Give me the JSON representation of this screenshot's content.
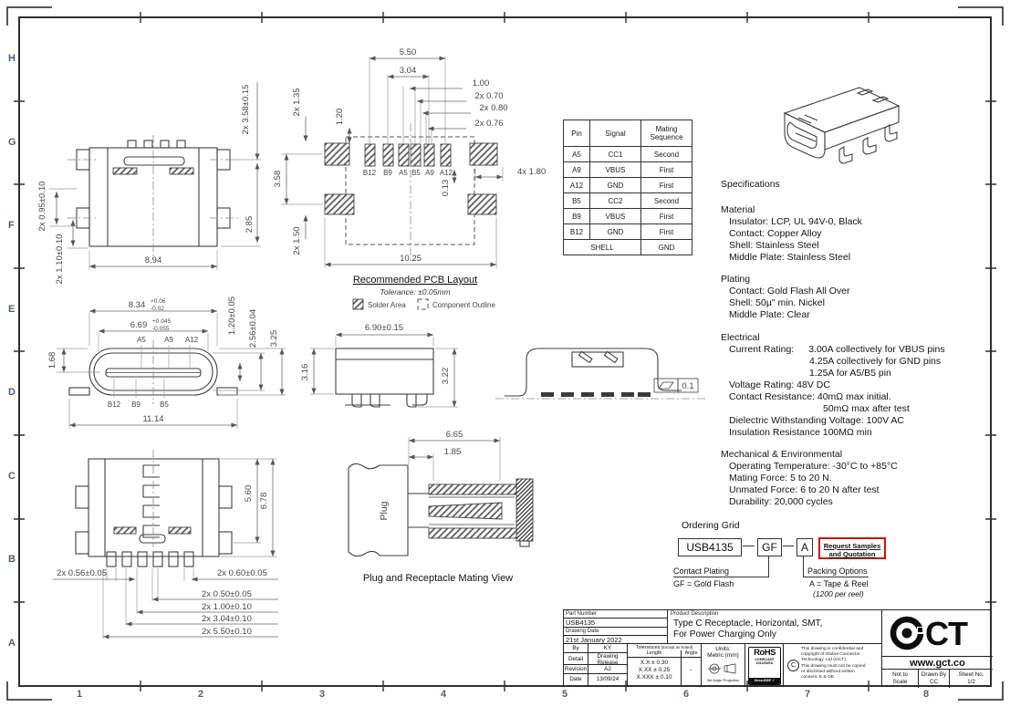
{
  "zones": {
    "letters": [
      "H",
      "G",
      "F",
      "E",
      "D",
      "C",
      "B",
      "A"
    ],
    "numbers": [
      "1",
      "2",
      "3",
      "4",
      "5",
      "6",
      "7",
      "8"
    ]
  },
  "end_view": {
    "d358": "2x 3.58±0.15",
    "d285": "2.85",
    "d095": "2x 0.95±0.10",
    "d110": "2x 1.10±0.10",
    "d894": "8.94"
  },
  "pcb": {
    "title": "Recommended PCB Layout",
    "tolerance": "Tolerance: ±0.05mm",
    "legend_solder": "Solder Area",
    "legend_outline": "Component Outline",
    "labels": [
      "B12",
      "B9",
      "A5",
      "B5",
      "A9",
      "A12"
    ],
    "d550": "5.50",
    "d304": "3.04",
    "d100": "1.00",
    "d070": "2x 0.70",
    "d080": "2x 0.80",
    "d076": "2x 0.76",
    "d120": "1.20",
    "d135": "2x 1.35",
    "d358": "3.58",
    "d150": "2x 1.50",
    "d013": "0.13",
    "d180": "4x 1.80",
    "d1025": "10.25"
  },
  "pin_table": {
    "headers": [
      "Pin",
      "Signal",
      "Mating Sequence"
    ],
    "rows": [
      [
        "A5",
        "CC1",
        "Second"
      ],
      [
        "A9",
        "VBUS",
        "First"
      ],
      [
        "A12",
        "GND",
        "First"
      ],
      [
        "B5",
        "CC2",
        "Second"
      ],
      [
        "B9",
        "VBUS",
        "First"
      ],
      [
        "B12",
        "GND",
        "First"
      ]
    ],
    "shell_label": "SHELL",
    "shell_value": "GND"
  },
  "front_view": {
    "d834": "8.34",
    "d834p": "+0.06",
    "d834m": "-0.02",
    "d669": "6.69",
    "d669p": "+0.045",
    "d669m": "-0.055",
    "d168": "1.68",
    "d1114": "11.14",
    "d120": "1.20±0.05",
    "d256": "2.56±0.04",
    "d325": "3.25",
    "a5": "A5",
    "a9": "A9",
    "a12": "A12",
    "b12": "B12",
    "b9": "B9",
    "b5": "B5"
  },
  "side_view": {
    "d690": "6.90±0.15",
    "d316": "3.16",
    "d322": "3.22"
  },
  "flatness": {
    "value": "0.1"
  },
  "bottom_view": {
    "d560": "5.60",
    "d678": "6.78",
    "d056": "2x 0.56±0.05",
    "d060": "2x 0.60±0.05",
    "d050": "2x 0.50±0.05",
    "d100": "2x 1.00±0.10",
    "d304": "2x 3.04±0.10",
    "d550": "2x 5.50±0.10"
  },
  "mating": {
    "d665": "6.65",
    "d185": "1.85",
    "plug": "Plug",
    "caption": "Plug and Receptacle Mating View"
  },
  "specs": {
    "title": "Specifications",
    "material": {
      "heading": "Material",
      "m0": "Insulator: LCP,  UL 94V-0, Black",
      "m1": "Contact: Copper Alloy",
      "m2": "Shell: Stainless Steel",
      "m3": "Middle Plate:  Stainless Steel"
    },
    "plating": {
      "heading": "Plating",
      "p0": "Contact: Gold Flash All Over",
      "p1": "Shell: 50µ\" min. Nickel",
      "p2": "Middle Plate:  Clear"
    },
    "electrical": {
      "heading": "Electrical",
      "l0a": "Current Rating:",
      "l0b": "3.00A collectively for VBUS pins",
      "l1": "4.25A collectively for GND pins",
      "l2": "1.25A for A5/B5 pin",
      "l3": "Voltage Rating: 48V DC",
      "l4": "Contact Resistance: 40mΩ max initial.",
      "l5": "50mΩ max after test",
      "l6": "Dielectric Withstanding Voltage: 100V AC",
      "l7": "Insulation Resistance 100MΩ min"
    },
    "mech": {
      "heading": "Mechanical & Environmental",
      "m0": "Operating Temperature: -30°C to +85°C",
      "m1": "Mating Force: 5 to 20 N.",
      "m2": "Unmated Force: 6 to 20 N after test",
      "m3": "Durability: 20,000 cycles"
    }
  },
  "ordering": {
    "title": "Ordering Grid",
    "part": "USB4135",
    "plating_code": "GF",
    "packing_code": "A",
    "request_line1": "Request Samples",
    "request_line2": "and Quotation",
    "contact_label": "Contact Plating",
    "contact_value": "GF = Gold Flash",
    "packing_label": "Packing Options",
    "packing_value": "A = Tape & Reel",
    "packing_note": "(1200 per reel)",
    "accent": "#cc1111"
  },
  "title_block": {
    "part_number_label": "Part Number",
    "part_number": "USB4135",
    "drawing_date_label": "Drawing Date",
    "drawing_date": "21st January 2022",
    "product_label": "Product Description",
    "product_line1": "Type C Receptacle, Horizontal, SMT,",
    "product_line2": "For Power Charging Only",
    "by_label": "By",
    "by_value": "KY",
    "detail_label": "Detail",
    "detail_value": "Drawing Release",
    "revision_label": "Revision",
    "revision_value": "A2",
    "date_label": "Date",
    "date_value": "13/09/24",
    "tol_title": "Tolerances",
    "tol_note": "(Except as Noted)",
    "tol_col1": "Length",
    "tol_col2": "Angle",
    "tol0": "X.X ± 0.30",
    "tol1": "X.XX ± 0.25",
    "tol2": "X.XXX ± 0.10",
    "tol_angle": "-",
    "units_label": "Units:",
    "units_value": "Metric (mm)",
    "projection_label": "3rd Angle Projection",
    "rohs_line1": "RoHS",
    "rohs_line2": "COMPLIANT",
    "rohs_line3": "2011/65/EU",
    "rohs_strip": "Deca-BDE ✓",
    "copyright_symbol": "C",
    "copyright_lines": [
      "This drawing is confidential and",
      "copyright of Global Connector",
      "Technology, Ltd (GCT).",
      "This drawing must not be copied",
      "or disclosed without written",
      "consent. E & OE"
    ],
    "logo_ct": "CT",
    "website": "www.gct.co",
    "scale_label1": "Not to",
    "scale_label2": "Scale",
    "drawn_label": "Drawn By",
    "drawn_value": "CC",
    "sheet_label": "Sheet No.",
    "sheet_value": "1/2"
  }
}
